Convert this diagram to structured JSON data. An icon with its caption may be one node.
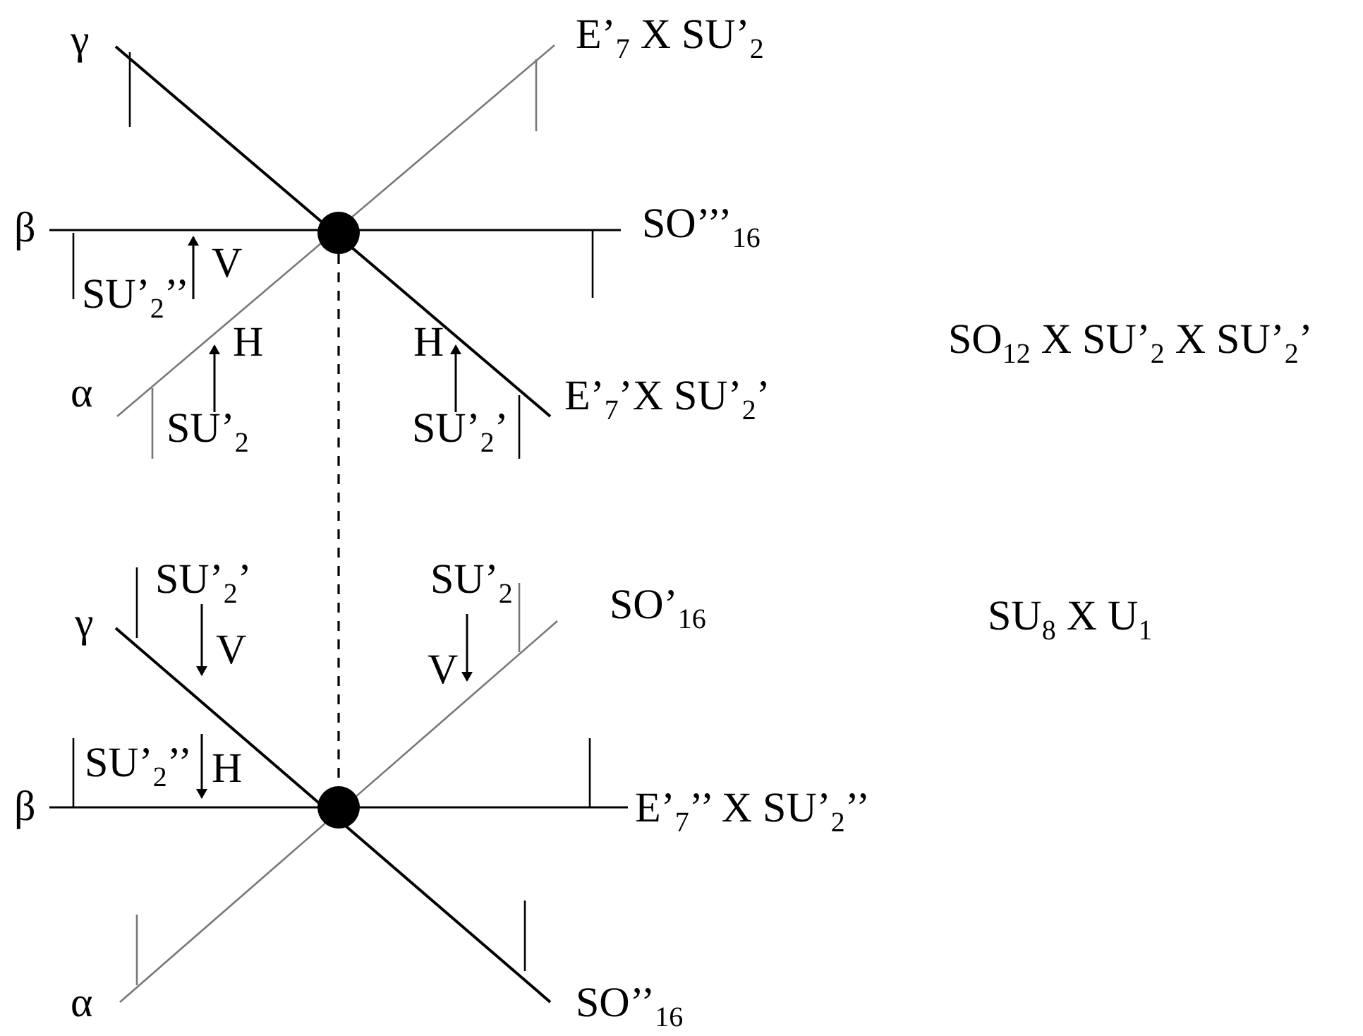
{
  "diagram": {
    "nodes": [
      {
        "text": [],
        "shape": "circle"
      },
      {
        "text": [],
        "shape": "circle"
      }
    ],
    "edges": [
      {
        "from": 0,
        "to": 1,
        "arrow": "none",
        "style": "dashed"
      }
    ],
    "labels": [
      "γ",
      "E’$_{7}$ X SU’$_{2}$",
      "β",
      "SO’’’$_{16}$",
      "SU’$_{2}$’’",
      "V",
      "H",
      "H",
      "SO$_{12}$ X SU’$_{2}$ X SU’$_{2}$’",
      "α",
      "SU’$_{2}$",
      "SU’$_{2}$’",
      "E’$_{7}$’X SU’$_{2}$’",
      "SU’$_{2}$’",
      "SU’$_{2}$",
      "γ",
      "SO’$_{16}$",
      "SU$_{8}$ X U$_{1}$",
      "V",
      "V",
      "SU’$_{2}$’’",
      "H",
      "β",
      "E’$_{7}$’’ X SU’$_{2}$’’",
      "α",
      "SO’’$_{16}$"
    ]
  }
}
